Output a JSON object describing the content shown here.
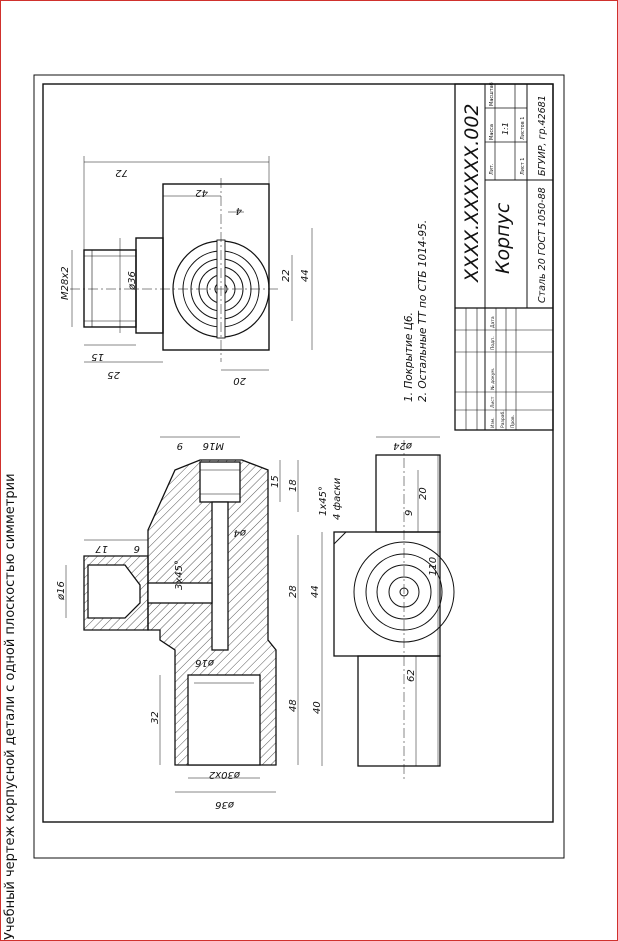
{
  "caption": "Учебный чертеж корпусной детали с одной плоскостью симметрии",
  "title_block": {
    "designation": "XXXX.XXXXXX.002",
    "part_name": "Корпус",
    "material": "Сталь 20 ГОСТ 1050-88",
    "organization": "БГУИР, гр.42681",
    "scale": "1:1",
    "sheet_label": "Лист 1",
    "sheets_label": "Листов 1",
    "head_lit": "Лит.",
    "head_mass": "Масса",
    "head_scale": "Масштаб",
    "rows": [
      "Изм.",
      "Лист",
      "№ докум.",
      "Подп.",
      "Дата"
    ],
    "roles": [
      "Разраб.",
      "Пров."
    ]
  },
  "notes": [
    "1. Покрытие Ц6.",
    "2. Остальные ТТ по СТБ 1014-95."
  ],
  "dimensions": {
    "top_view": [
      "72",
      "42",
      "4",
      "M28x2",
      "ø36",
      "22",
      "44",
      "15",
      "25",
      "20"
    ],
    "section": [
      "M16",
      "9",
      "ø4",
      "17",
      "6",
      "ø16",
      "3x45°",
      "15",
      "18",
      "28",
      "ø16",
      "48",
      "32",
      "ø30x2",
      "ø36"
    ],
    "side_view": [
      "ø24",
      "1x45°",
      "4 фаски",
      "20",
      "9",
      "44",
      "110",
      "62",
      "40"
    ]
  }
}
